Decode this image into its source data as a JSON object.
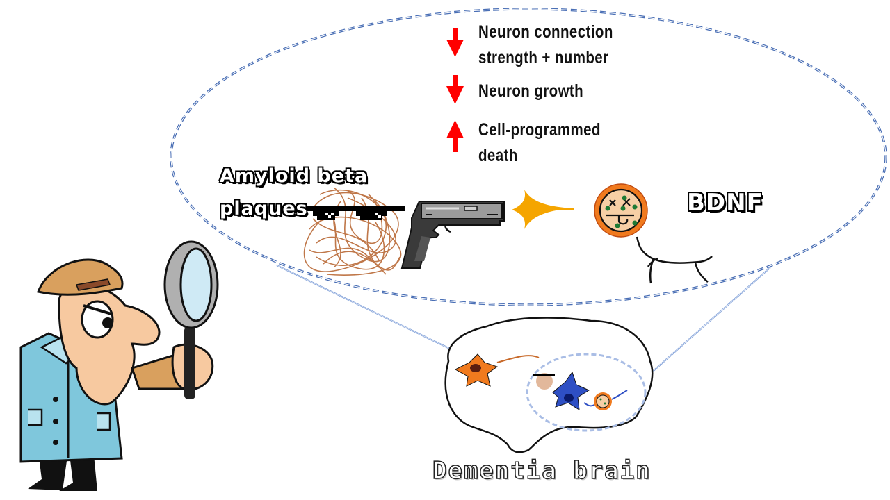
{
  "diagram": {
    "effects": [
      {
        "direction": "down",
        "label_line1": "Neuron connection",
        "label_line2": "strength + number",
        "arrow_color": "#ff0000"
      },
      {
        "direction": "down",
        "label_line1": "Neuron growth",
        "label_line2": "",
        "arrow_color": "#ff0000"
      },
      {
        "direction": "up",
        "label_line1": "Cell-programmed",
        "label_line2": "death",
        "arrow_color": "#ff0000"
      }
    ],
    "villain_label_line1": "Amyloid beta",
    "villain_label_line2": "plaques",
    "target_label": "BDNF",
    "brain_label": "Dementia brain",
    "colors": {
      "callout_dash": "#4a6fb5",
      "pointer_arrow": "#f5a500",
      "plaque": "#b5602a",
      "bdnf_ring": "#f07a1e",
      "bdnf_fill": "#f7cfa5",
      "bdnf_dots": "#1e7a34",
      "neuron_orange": "#f07a1e",
      "neuron_blue": "#2e4fc4",
      "coat": "#7fc7dc"
    }
  }
}
